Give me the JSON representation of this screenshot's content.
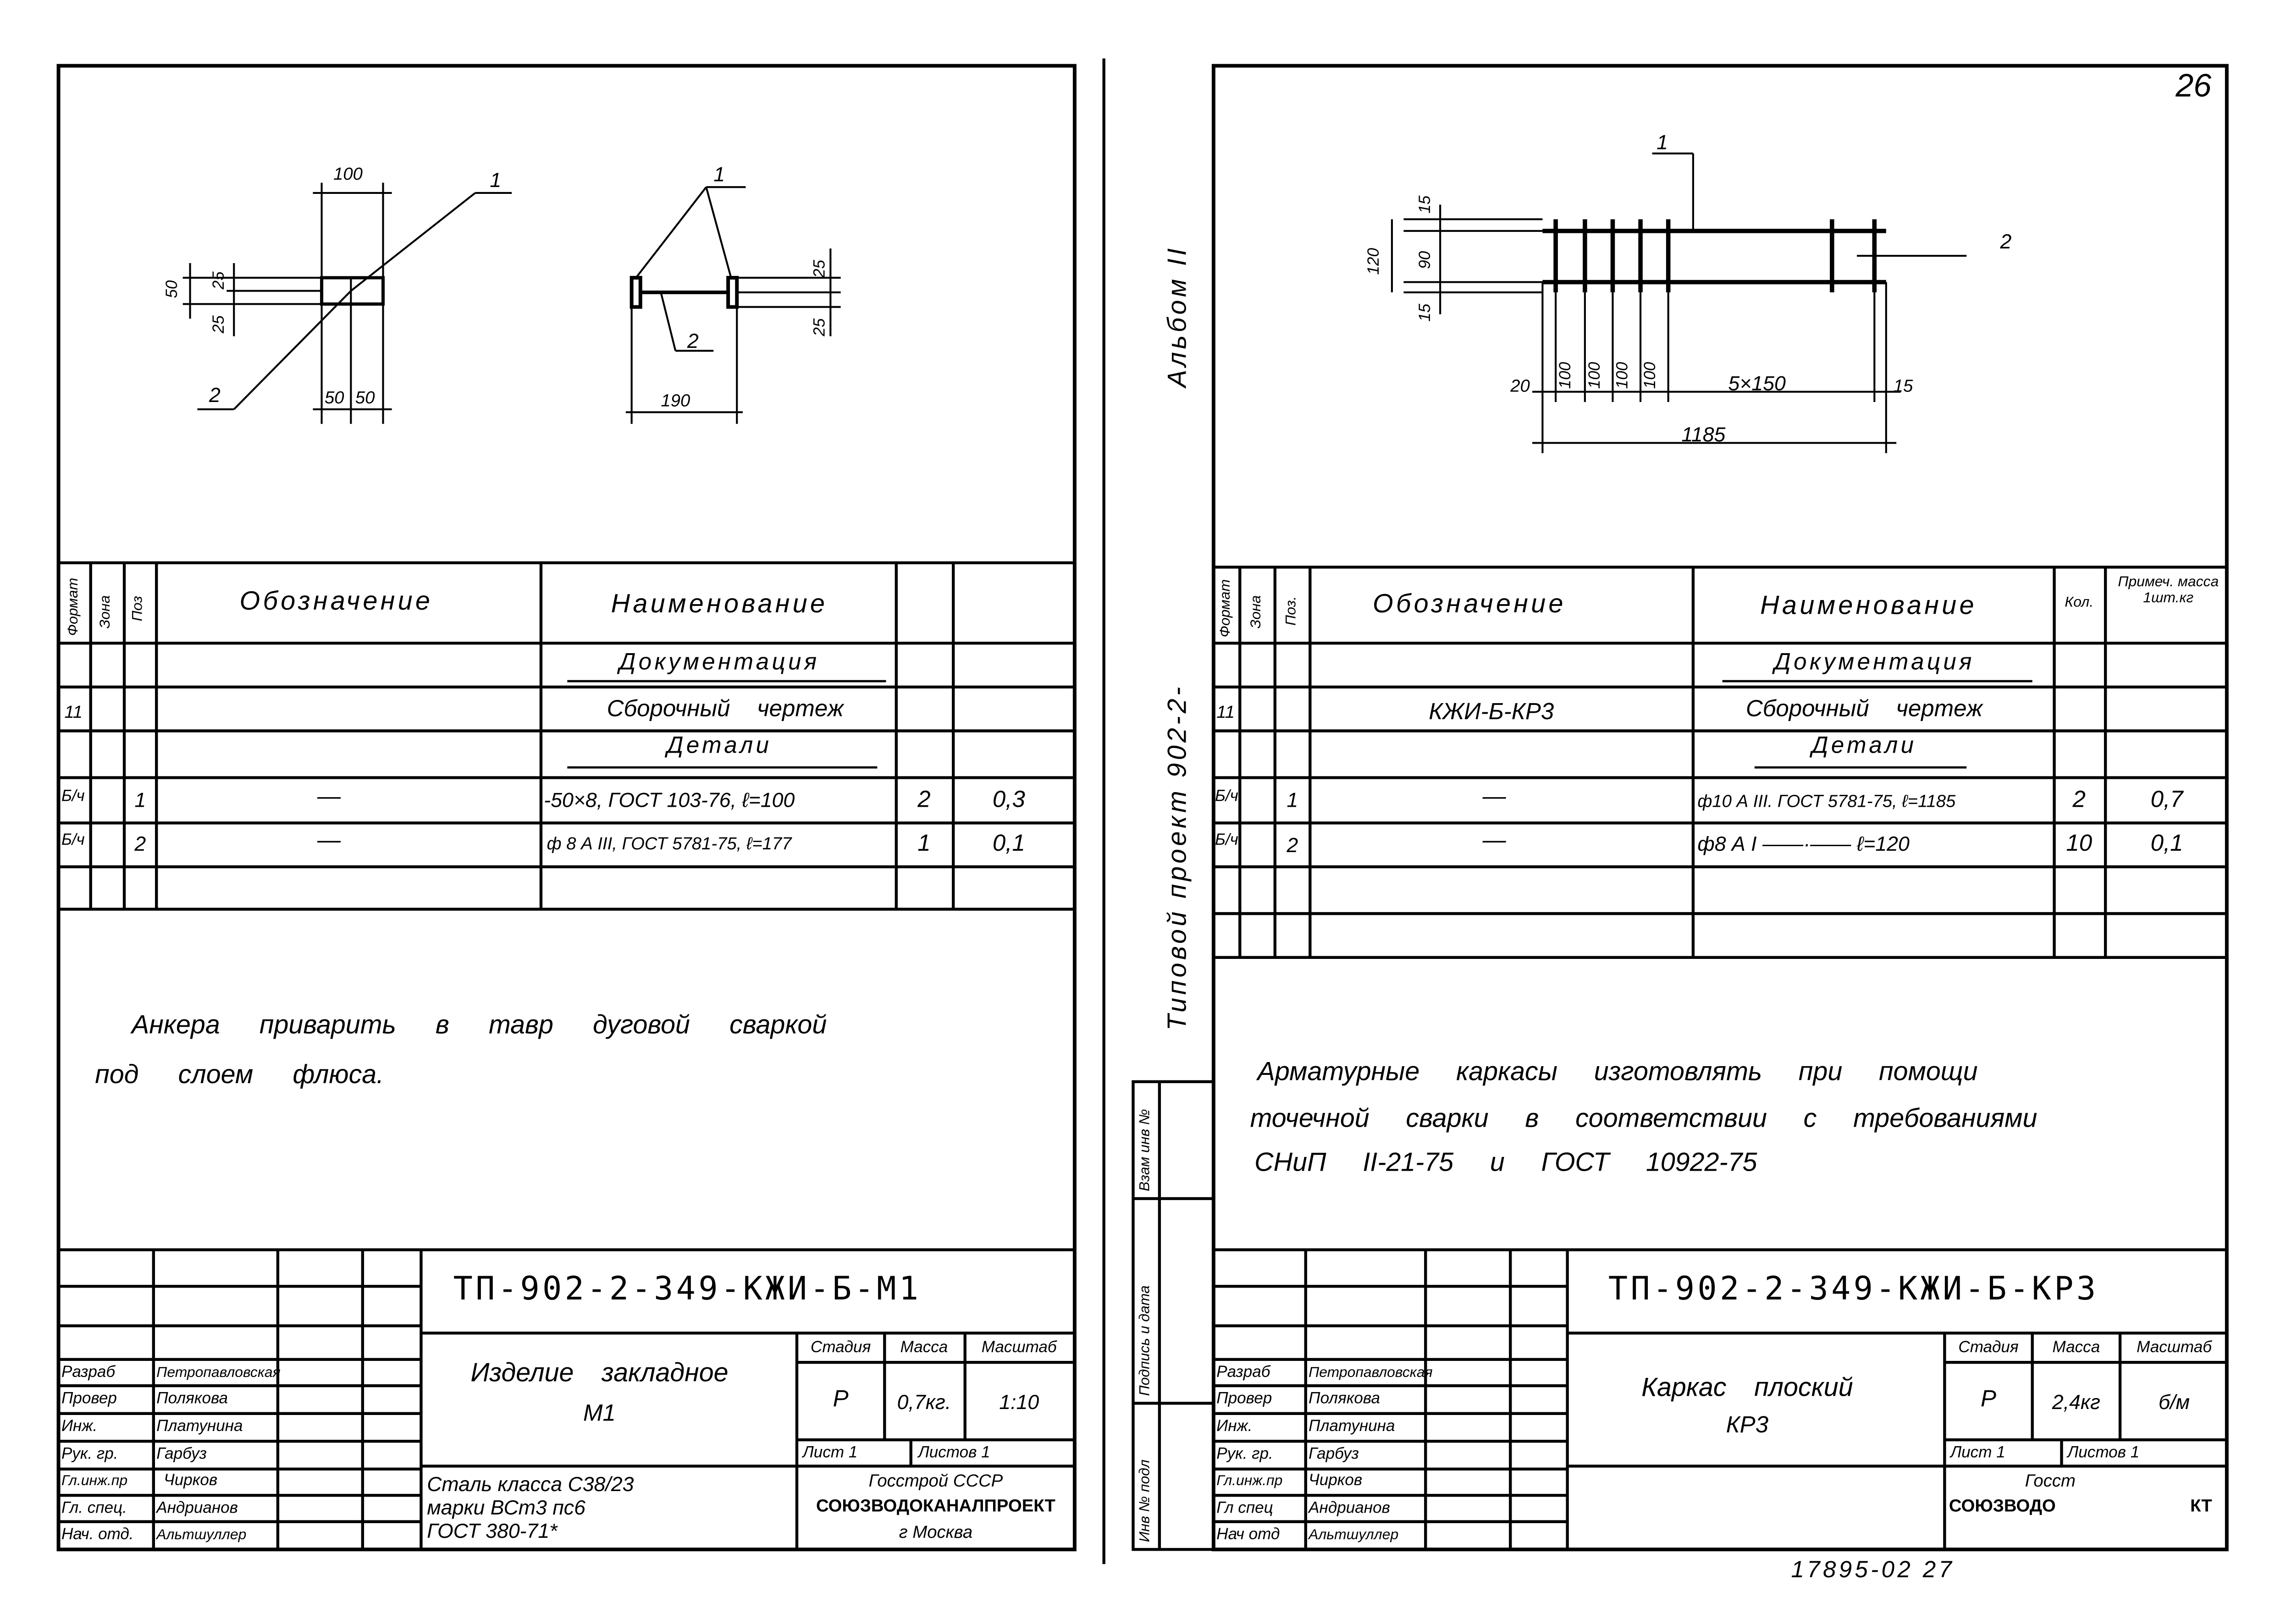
{
  "page_number": "26",
  "footer_number": "17895-02   27",
  "binding": {
    "album": "Альбом II",
    "project": "Типовой проект 902-2-",
    "strip_labels": [
      "Взам инв №",
      "Подпись и дата",
      "Инв № подл"
    ]
  },
  "left_sheet": {
    "drawing": {
      "dims": [
        "100",
        "50",
        "25",
        "25",
        "50",
        "50",
        "190",
        "25",
        "25"
      ],
      "leaders": [
        "1",
        "2",
        "1",
        "2"
      ]
    },
    "spec": {
      "headers": [
        "Формат",
        "Зона",
        "Поз",
        "Обозначение",
        "Наименование",
        "",
        ""
      ],
      "rows": [
        {
          "format": "",
          "pos": "",
          "designation": "",
          "name": "Документация",
          "qty": "",
          "note": ""
        },
        {
          "format": "11",
          "pos": "",
          "designation": "",
          "name": "Сборочный чертеж",
          "qty": "",
          "note": ""
        },
        {
          "format": "",
          "pos": "",
          "designation": "",
          "name": "Детали",
          "qty": "",
          "note": ""
        },
        {
          "format": "Б/ч",
          "pos": "1",
          "designation": "—",
          "name": "-50×8, ГОСТ 103-76, ℓ=100",
          "qty": "2",
          "note": "0,3"
        },
        {
          "format": "Б/ч",
          "pos": "2",
          "designation": "—",
          "name": "ф 8 А III, ГОСТ 5781-75, ℓ=177",
          "qty": "1",
          "note": "0,1"
        }
      ]
    },
    "note_lines": [
      "Анкера приварить в тавр дуговой сваркой",
      "под слоем флюса."
    ],
    "title_block": {
      "code": "ТП-902-2-349-КЖИ-Б-М1",
      "name_line1": "Изделие закладное",
      "name_line2": "М1",
      "stage_label": "Стадия",
      "mass_label": "Масса",
      "scale_label": "Масштаб",
      "stage": "Р",
      "mass": "0,7кг.",
      "scale": "1:10",
      "sheet": "Лист 1",
      "sheets": "Листов 1",
      "material": [
        "Сталь класса С38/23",
        "марки ВСт3 пс6",
        "ГОСТ 380-71*"
      ],
      "org": [
        "Госстрой СССР",
        "СОЮЗВОДОКАНАЛПРОЕКТ",
        "г Москва"
      ],
      "people": [
        {
          "role": "Разраб",
          "name": "Петропавловская"
        },
        {
          "role": "Провер",
          "name": "Полякова"
        },
        {
          "role": "Инж.",
          "name": "Платунина"
        },
        {
          "role": "Рук. гр.",
          "name": "Гарбуз"
        },
        {
          "role": "Гл.инж.пр",
          "name": "Чирков"
        },
        {
          "role": "Гл. спец.",
          "name": "Андрианов"
        },
        {
          "role": "Нач. отд.",
          "name": "Альтшуллер"
        }
      ]
    }
  },
  "right_sheet": {
    "drawing": {
      "dims": [
        "15",
        "120",
        "90",
        "15",
        "20",
        "100",
        "100",
        "100",
        "100",
        "5×150",
        "15",
        "1185"
      ],
      "leaders": [
        "1",
        "2"
      ]
    },
    "spec": {
      "headers": [
        "Формат",
        "Зона",
        "Поз.",
        "Обозначение",
        "Наименование",
        "Кол.",
        "Примеч. масса 1шт.кг"
      ],
      "rows": [
        {
          "format": "",
          "pos": "",
          "designation": "",
          "name": "Документация",
          "qty": "",
          "note": ""
        },
        {
          "format": "11",
          "pos": "",
          "designation": "КЖИ-Б-КР3",
          "name": "Сборочный чертеж",
          "qty": "",
          "note": ""
        },
        {
          "format": "",
          "pos": "",
          "designation": "",
          "name": "Детали",
          "qty": "",
          "note": ""
        },
        {
          "format": "Б/ч",
          "pos": "1",
          "designation": "—",
          "name": "ф10 А III. ГОСТ 5781-75, ℓ=1185",
          "qty": "2",
          "note": "0,7"
        },
        {
          "format": "Б/ч",
          "pos": "2",
          "designation": "—",
          "name": "ф8 А I ——·—— ℓ=120",
          "qty": "10",
          "note": "0,1"
        }
      ]
    },
    "note_lines": [
      "Арматурные каркасы изготовлять при помощи",
      "точечной сварки в соответствии с требованиями",
      "СНиП II-21-75 и ГОСТ 10922-75"
    ],
    "title_block": {
      "code": "ТП-902-2-349-КЖИ-Б-КР3",
      "name_line1": "Каркас плоский",
      "name_line2": "КР3",
      "stage_label": "Стадия",
      "mass_label": "Масса",
      "scale_label": "Масштаб",
      "stage": "Р",
      "mass": "2,4кг",
      "scale": "б/м",
      "sheet": "Лист 1",
      "sheets": "Листов 1",
      "org": [
        "Госст",
        "СОЮЗВОДО",
        "КТ"
      ],
      "people": [
        {
          "role": "Разраб",
          "name": "Петропавловская"
        },
        {
          "role": "Провер",
          "name": "Полякова"
        },
        {
          "role": "Инж.",
          "name": "Платунина"
        },
        {
          "role": "Рук. гр.",
          "name": "Гарбуз"
        },
        {
          "role": "Гл.инж.пр",
          "name": "Чирков"
        },
        {
          "role": "Гл спец",
          "name": "Андрианов"
        },
        {
          "role": "Нач отд",
          "name": "Альтшуллер"
        }
      ]
    }
  }
}
